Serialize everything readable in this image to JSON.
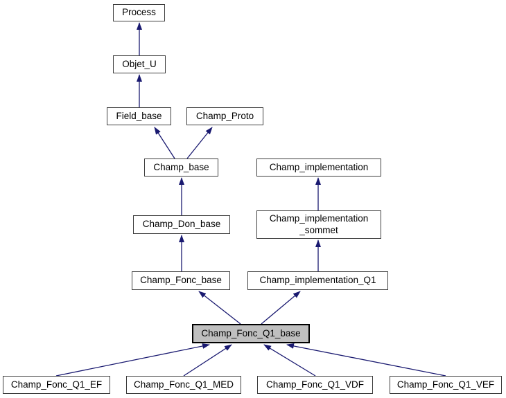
{
  "diagram": {
    "type": "class-inheritance-graph",
    "background_color": "#ffffff",
    "arrow_color": "#191970",
    "node_border_color": "#3d3d3d",
    "selected_node_fill": "#bfbfbf",
    "selected_node_border": "#000000",
    "nodes": {
      "process": {
        "label": "Process"
      },
      "objet_u": {
        "label": "Objet_U"
      },
      "field_base": {
        "label": "Field_base"
      },
      "champ_proto": {
        "label": "Champ_Proto"
      },
      "champ_base": {
        "label": "Champ_base"
      },
      "champ_implementation": {
        "label": "Champ_implementation"
      },
      "champ_don_base": {
        "label": "Champ_Don_base"
      },
      "champ_implementation_sommet": {
        "label": "Champ_implementation\n_sommet"
      },
      "champ_fonc_base": {
        "label": "Champ_Fonc_base"
      },
      "champ_implementation_q1": {
        "label": "Champ_implementation_Q1"
      },
      "champ_fonc_q1_base": {
        "label": "Champ_Fonc_Q1_base",
        "selected": true
      },
      "champ_fonc_q1_ef": {
        "label": "Champ_Fonc_Q1_EF"
      },
      "champ_fonc_q1_med": {
        "label": "Champ_Fonc_Q1_MED"
      },
      "champ_fonc_q1_vdf": {
        "label": "Champ_Fonc_Q1_VDF"
      },
      "champ_fonc_q1_vef": {
        "label": "Champ_Fonc_Q1_VEF"
      }
    },
    "edges": [
      {
        "from": "objet_u",
        "to": "process"
      },
      {
        "from": "field_base",
        "to": "objet_u"
      },
      {
        "from": "champ_base",
        "to": "field_base"
      },
      {
        "from": "champ_base",
        "to": "champ_proto"
      },
      {
        "from": "champ_don_base",
        "to": "champ_base"
      },
      {
        "from": "champ_implementation_sommet",
        "to": "champ_implementation"
      },
      {
        "from": "champ_fonc_base",
        "to": "champ_don_base"
      },
      {
        "from": "champ_implementation_q1",
        "to": "champ_implementation_sommet"
      },
      {
        "from": "champ_fonc_q1_base",
        "to": "champ_fonc_base"
      },
      {
        "from": "champ_fonc_q1_base",
        "to": "champ_implementation_q1"
      },
      {
        "from": "champ_fonc_q1_ef",
        "to": "champ_fonc_q1_base"
      },
      {
        "from": "champ_fonc_q1_med",
        "to": "champ_fonc_q1_base"
      },
      {
        "from": "champ_fonc_q1_vdf",
        "to": "champ_fonc_q1_base"
      },
      {
        "from": "champ_fonc_q1_vef",
        "to": "champ_fonc_q1_base"
      }
    ]
  }
}
